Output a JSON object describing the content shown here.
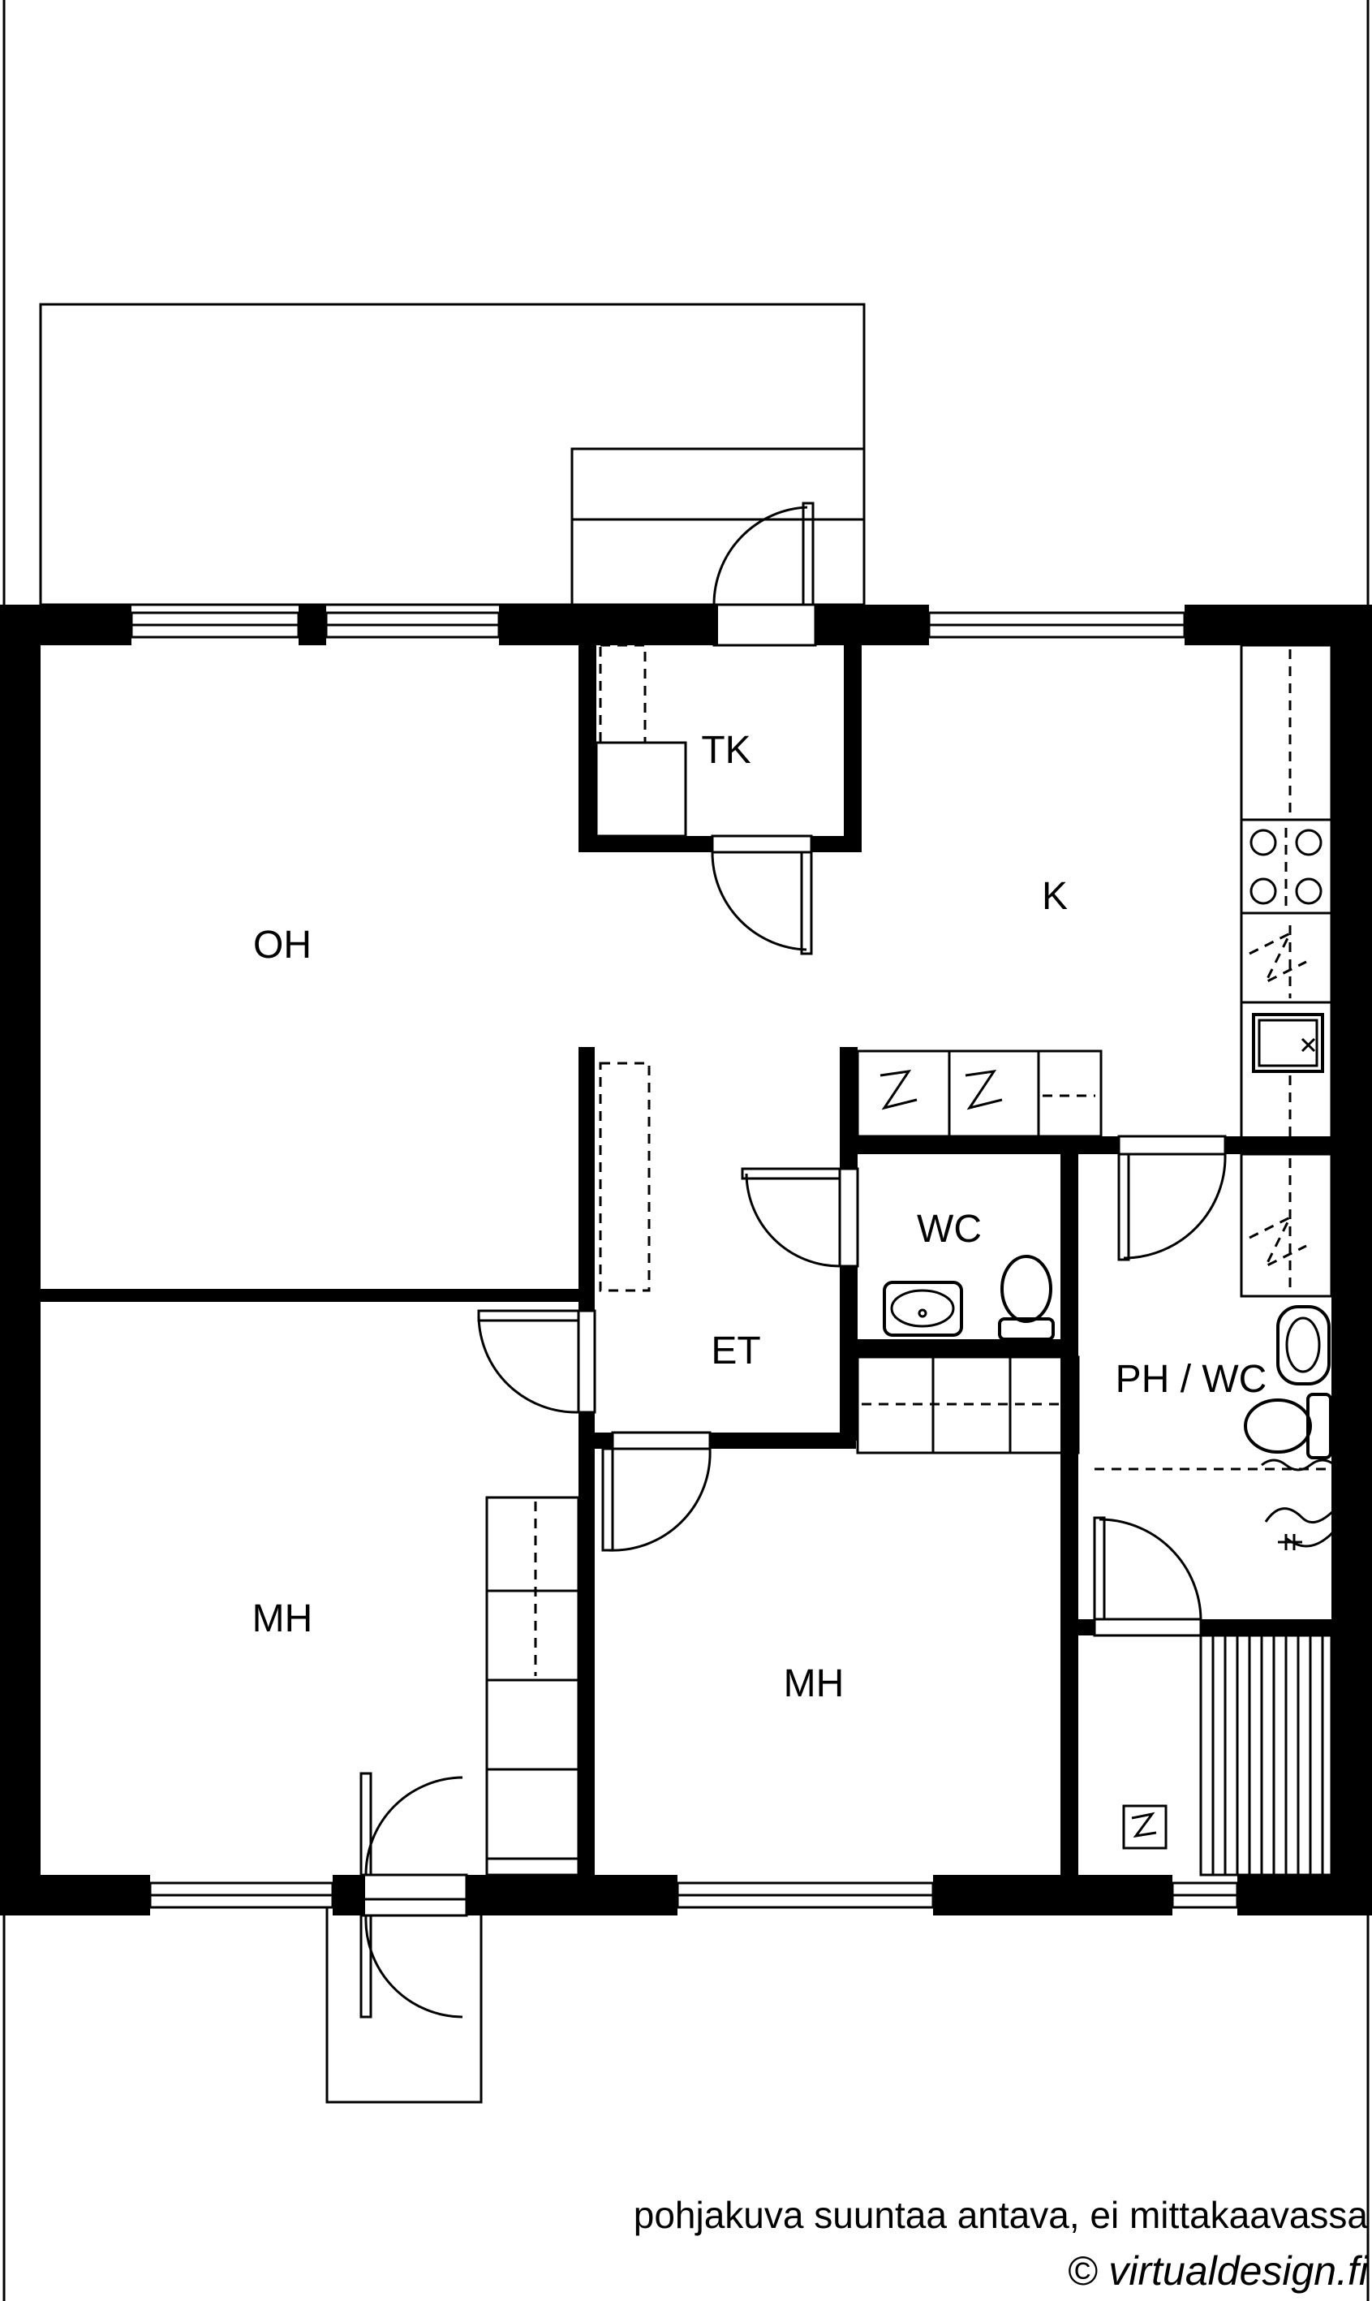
{
  "rooms": {
    "oh": "OH",
    "tk": "TK",
    "k": "K",
    "wc": "WC",
    "et": "ET",
    "phwc": "PH / WC",
    "mh_left": "MH",
    "mh_right": "MH"
  },
  "footer": {
    "note": "pohjakuva suuntaa antava, ei mittakaavassa",
    "credit": "© virtualdesign.fi"
  }
}
